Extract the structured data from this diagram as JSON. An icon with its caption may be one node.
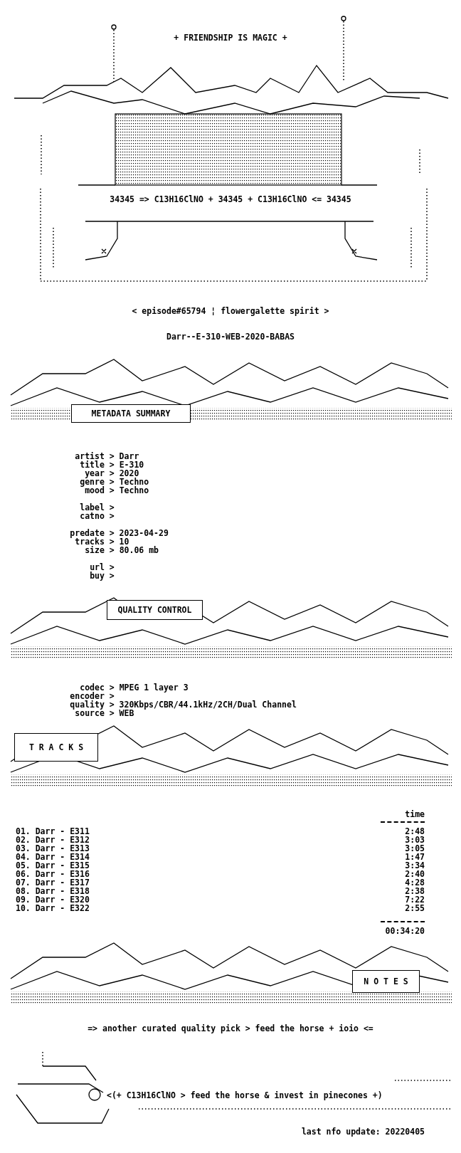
{
  "diagram": {
    "nodes": [
      {
        "text": [
          "METADATA SUMMARY"
        ]
      },
      {
        "text": [
          "QUALITY CONTROL"
        ]
      },
      {
        "text": [
          "T R A C K S"
        ]
      },
      {
        "text": [
          "N O T E S"
        ]
      }
    ],
    "labels": [
      "+ FRIENDSHIP IS MAGIC +",
      "34345 => C13H16ClNO + 34345 + C13H16ClNO <= 34345",
      "< episode#65794 ¦ flowergalette spirit >",
      "Darr--E-310-WEB-2020-BABAS",
      "artist > Darr",
      "title > E-310",
      "year > 2020",
      "genre > Techno",
      "mood > Techno",
      "label >",
      "catno >",
      "predate > 2023-04-29",
      "tracks > 10",
      "size > 80.06 mb",
      "url >",
      "buy >",
      "codec > MPEG 1 layer 3",
      "encoder >",
      "quality > 320Kbps/CBR/44.1kHz/2CH/Dual Channel",
      "source > WEB",
      "time",
      "01. Darr - E311",
      "2:48",
      "02. Darr - E312",
      "3:03",
      "03. Darr - E313",
      "3:05",
      "04. Darr - E314",
      "1:47",
      "05. Darr - E315",
      "3:34",
      "06. Darr - E316",
      "2:40",
      "07. Darr - E317",
      "4:28",
      "08. Darr - E318",
      "2:38",
      "09. Darr - E320",
      "7:22",
      "10. Darr - E322",
      "2:55",
      "00:34:20",
      "=> another curated quality pick > feed the horse + ioio <=",
      "<(+ C13H16ClNO > feed the horse & invest in pinecones +)",
      "last nfo update: 20220405"
    ]
  }
}
